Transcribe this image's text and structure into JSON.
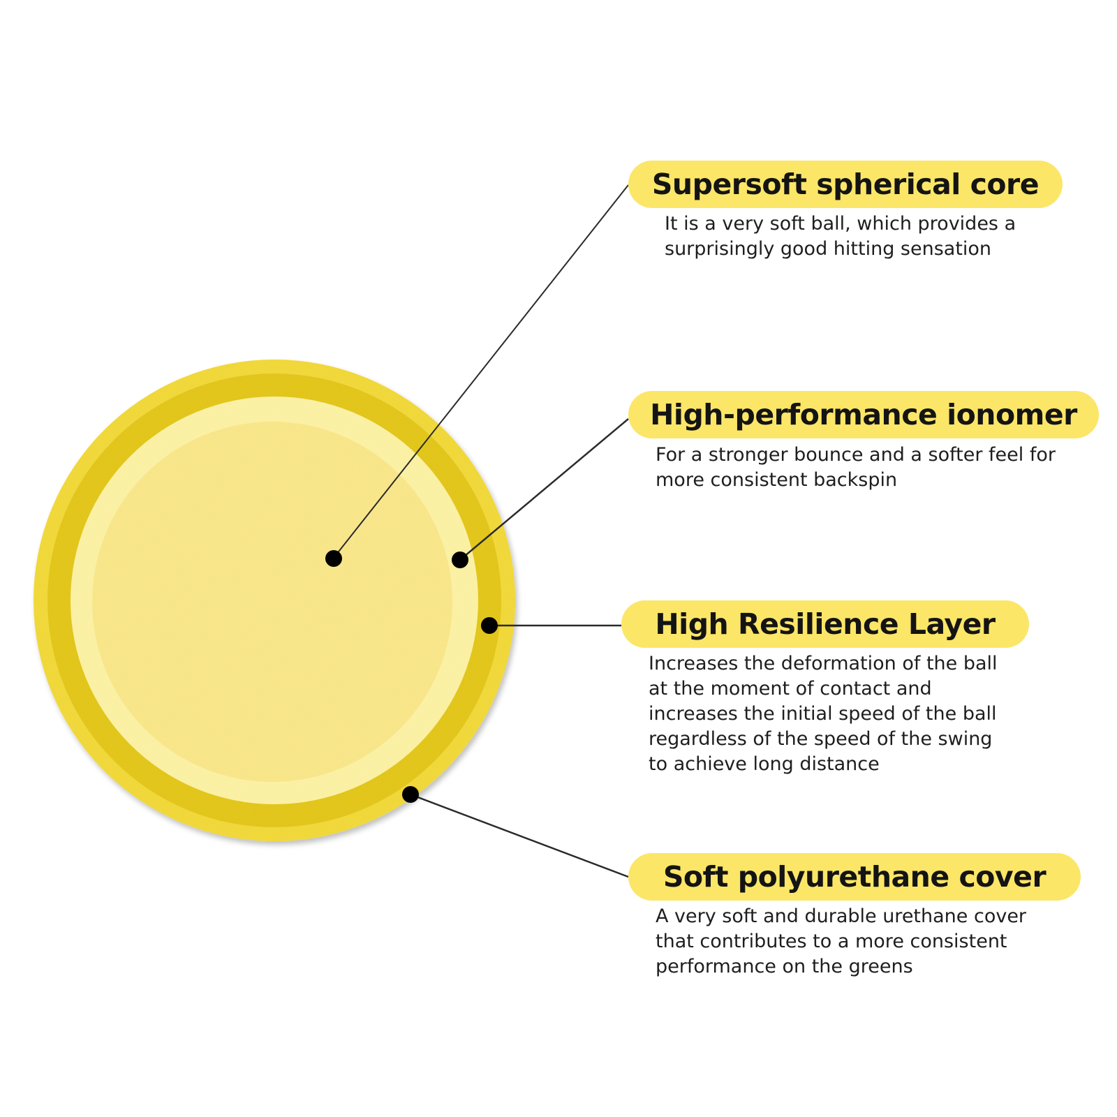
{
  "colors": {
    "background": "#ffffff",
    "pill": "#fbe668",
    "outer_cover": "#f3da3b",
    "resilience_layer": "#e4c81a",
    "ionomer_layer": "#fdf3a6",
    "core": "#fbe88c",
    "marker": "#000000",
    "leader_line": "#2a2a2a"
  },
  "callouts": [
    {
      "title": "Supersoft spherical core",
      "description_lines": [
        "It is a very soft ball, which provides a",
        "surprisingly good hitting sensation"
      ]
    },
    {
      "title": "High-performance ionomer",
      "description_lines": [
        "For a stronger bounce and a softer feel for",
        "more consistent backspin"
      ]
    },
    {
      "title": "High Resilience Layer",
      "description_lines": [
        "Increases the deformation of the ball",
        "at the moment of contact and",
        "increases the initial speed of the ball",
        "regardless of the speed of the swing",
        "to achieve long distance"
      ]
    },
    {
      "title": "Soft polyurethane cover",
      "description_lines": [
        "A very soft and durable urethane cover",
        "that contributes to a more consistent",
        "performance on the greens"
      ]
    }
  ]
}
